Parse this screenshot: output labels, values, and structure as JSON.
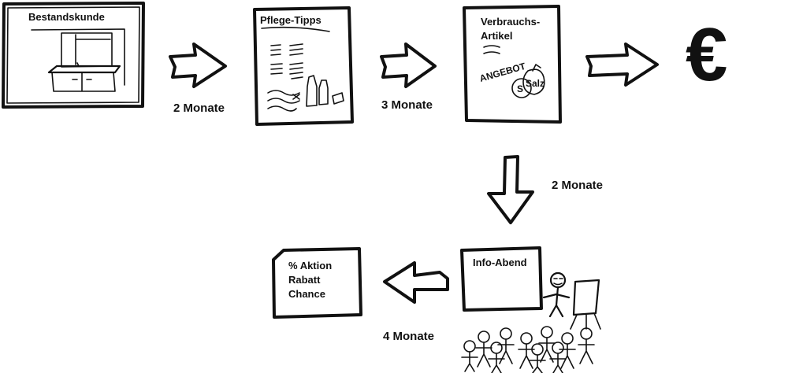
{
  "nodes": {
    "bestandskunde": {
      "title": "Bestandskunde"
    },
    "pflege": {
      "title": "Pflege-Tipps"
    },
    "verbrauch": {
      "title_line1": "Verbrauchs-",
      "title_line2": "Artikel",
      "offer_text": "ANGEBOT",
      "bag_small": "S",
      "bag_large": "Salz"
    },
    "euro": {
      "symbol": "€"
    },
    "info": {
      "title": "Info-Abend"
    },
    "aktion": {
      "line1": "% Aktion",
      "line2": "Rabatt",
      "line3": "Chance"
    }
  },
  "edges": [
    {
      "label": "2 Monate"
    },
    {
      "label": "3 Monate"
    },
    {
      "label": "2 Monate"
    },
    {
      "label": "4 Monate"
    }
  ]
}
